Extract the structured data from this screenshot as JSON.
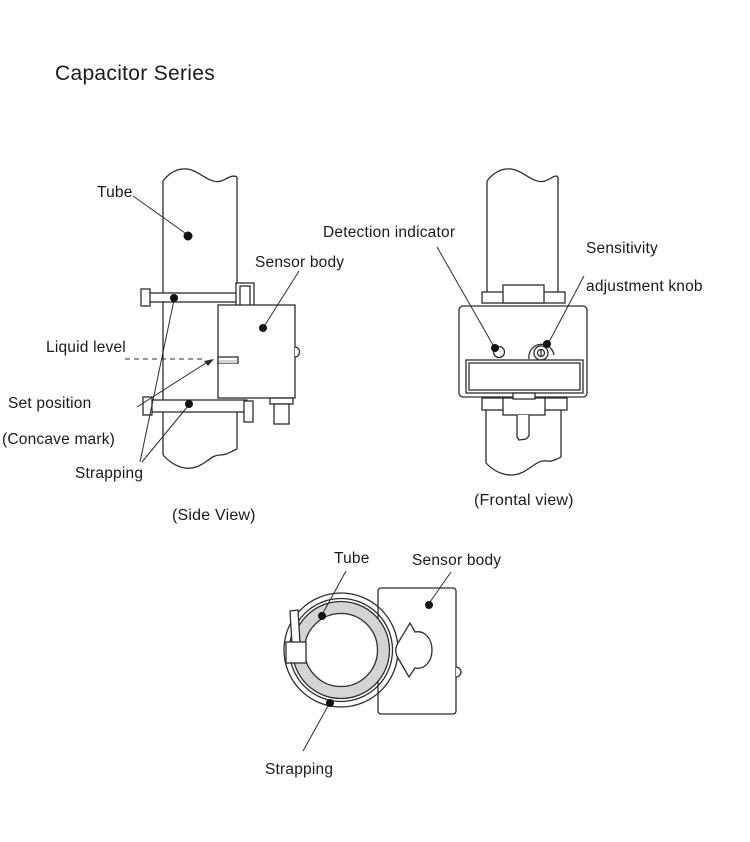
{
  "theme": {
    "background": "#ffffff",
    "line": "#2d2d2d",
    "text": "#1a1a1a",
    "tube_wall_fill": "#d4d4d4",
    "dot": "#111111"
  },
  "title": "Capacitor Series",
  "side_view": {
    "caption": "(Side View)",
    "labels": {
      "tube": "Tube",
      "sensor_body": "Sensor body",
      "liquid_level": "Liquid level",
      "set_position": "Set position",
      "concave_mark": "(Concave mark)",
      "strapping": "Strapping"
    }
  },
  "frontal_view": {
    "caption": "(Frontal view)",
    "labels": {
      "detection_indicator": "Detection indicator",
      "sensitivity_knob_line1": "Sensitivity",
      "sensitivity_knob_line2": "adjustment knob"
    }
  },
  "bottom_view": {
    "labels": {
      "tube": "Tube",
      "sensor_body": "Sensor body",
      "strapping": "Strapping"
    }
  }
}
